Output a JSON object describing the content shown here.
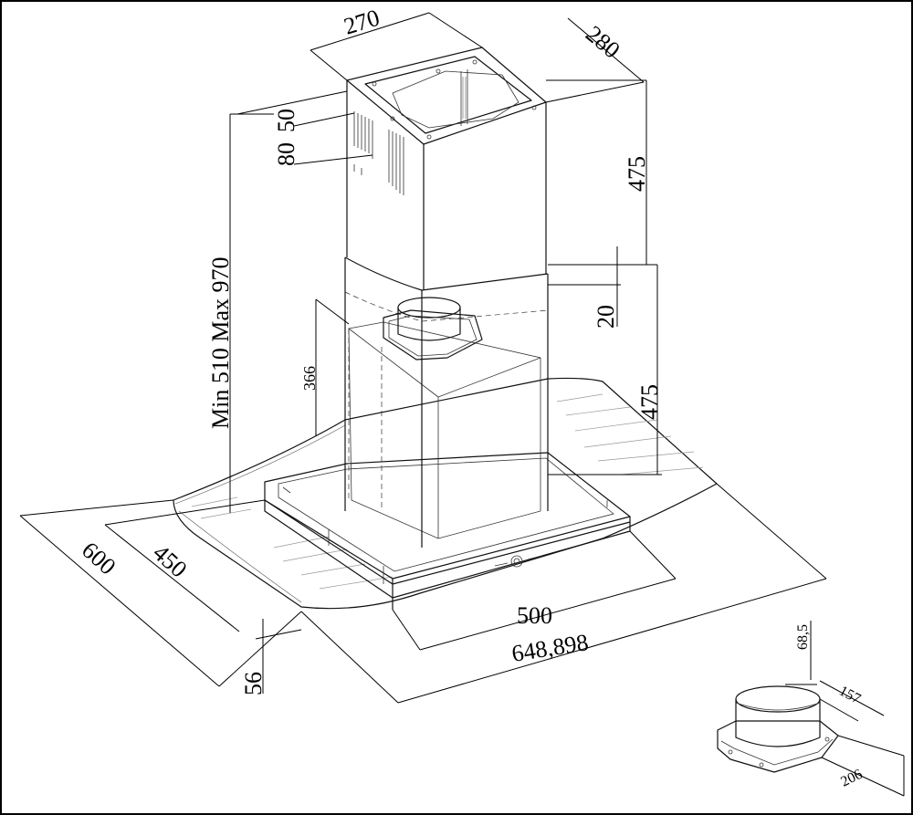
{
  "dimensions": {
    "top_width": "270",
    "top_depth": "280",
    "vent_gap_a": "80",
    "vent_gap_b": "50",
    "upper_chimney": "475",
    "overlap": "20",
    "lower_chimney": "475",
    "height_range": "Min 510  Max 970",
    "motor_housing": "366",
    "glass_depth": "600",
    "body_depth": "450",
    "body_width": "500",
    "glass_width": "648,898",
    "body_height": "56",
    "adapter_height": "68,5",
    "adapter_diameter": "157",
    "adapter_width": "206"
  }
}
